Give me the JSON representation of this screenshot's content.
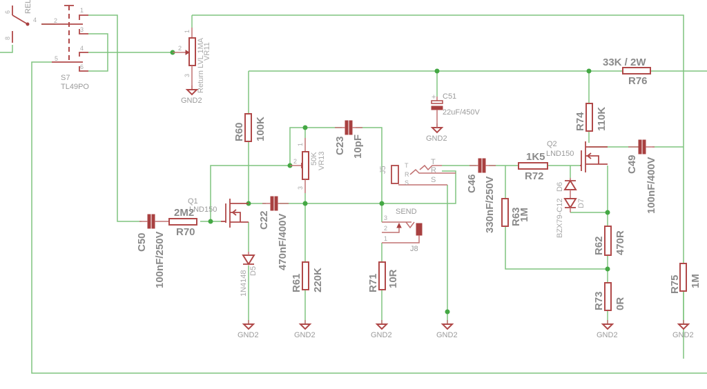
{
  "diagram": {
    "type": "electronic-schematic",
    "colors": {
      "wire": "#7fc47f",
      "junction": "#44a844",
      "part": "#b04848",
      "label": "#8a8a8a"
    }
  },
  "switch_s7": {
    "name": "S7",
    "value": "TL49PO",
    "pins": [
      "1",
      "2",
      "3",
      "4",
      "5",
      "6"
    ]
  },
  "relay": {
    "name": "REL",
    "pins": [
      "6",
      "4",
      "8"
    ]
  },
  "vr11": {
    "name": "VR11",
    "value": "Return LVL 1MA",
    "pins": [
      "1",
      "2",
      "3"
    ]
  },
  "vr13": {
    "name": "VR13",
    "value": "50K",
    "pins": [
      "1",
      "2",
      "3"
    ]
  },
  "c50": {
    "name": "C50",
    "value": "100nF/250V"
  },
  "r70": {
    "name": "R70",
    "value": "2M2"
  },
  "q1": {
    "name": "Q1",
    "value": "LND150"
  },
  "d5": {
    "name": "D5",
    "value": "1N4148"
  },
  "r60": {
    "name": "R60",
    "value": "100K"
  },
  "c22": {
    "name": "C22",
    "value": "470nF/400V"
  },
  "r61": {
    "name": "R61",
    "value": "220K"
  },
  "c23": {
    "name": "C23",
    "value": "10pF"
  },
  "j5": {
    "name": "J5",
    "pins": [
      "T",
      "R",
      "S"
    ],
    "switch_pins": [
      "T",
      "R",
      "S"
    ]
  },
  "j8": {
    "name": "J8",
    "label": "SEND",
    "pins": [
      "3",
      "2",
      "1"
    ]
  },
  "r71": {
    "name": "R71",
    "value": "10R"
  },
  "c51": {
    "name": "C51",
    "value": "22uF/450V",
    "polarity": "+"
  },
  "c46": {
    "name": "C46",
    "value": "330nF/250V"
  },
  "r63": {
    "name": "R63",
    "value": "1M"
  },
  "r72": {
    "name": "R72",
    "value": "1K5"
  },
  "q2": {
    "name": "Q2",
    "value": "LND150"
  },
  "d6": {
    "name": "D6"
  },
  "d7": {
    "name": "D7",
    "value": "BZX79-C12"
  },
  "r74": {
    "name": "R74",
    "value": "110K"
  },
  "r76": {
    "name": "R76",
    "value": "33K / 2W"
  },
  "c49": {
    "name": "C49",
    "value": "100nF/400V"
  },
  "r62": {
    "name": "R62",
    "value": "470R"
  },
  "r73": {
    "name": "R73",
    "value": "0R"
  },
  "r75": {
    "name": "R75",
    "value": "1M"
  },
  "gnd": {
    "label": "GND2"
  }
}
